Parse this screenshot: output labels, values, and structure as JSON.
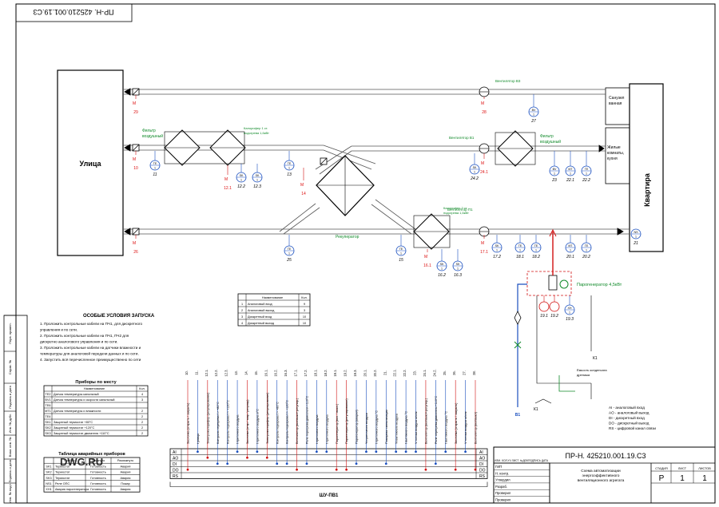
{
  "colors": {
    "line": "#000000",
    "instr": "#1a4fbf",
    "alarm": "#d11111",
    "green": "#118a2a",
    "duct": "#555555"
  },
  "left_strip": {
    "title_code": "ПР-Н. 425210.001.19.С3",
    "cells": [
      "Перв. примен.",
      "Справ. №",
      "Подпись и дата",
      "Инв. № дубл.",
      "Взам. инв. №",
      "Подпись и дата",
      "Инв. № подл."
    ]
  },
  "nodes": {
    "street": "Улица",
    "apartment": "Квартира",
    "bathroom": "Санузел ванная",
    "living": "Жилые комнаты, кухня",
    "filter1": "Фильтр воздушный",
    "filter2": "Фильтр воздушный",
    "heater1": "Калорифер 1 ст. подогрева 1,6кВт",
    "heater2": "Калорифер 2 ст. подогрева 1,6кВт",
    "fan_v3": "Вентилятор В3",
    "fan_v1": "Вентилятор В1",
    "fan_p1": "Вентилятор П1",
    "recuperator": "Рекуператор",
    "steam_gen": "Парогенератор 4,5кВт",
    "drain": "Ёмкость конденсата дренажа",
    "b1": "В1",
    "k1a": "К1",
    "k1b": "К1"
  },
  "instruments": [
    {
      "id": "i29",
      "top": "UM",
      "num": "29",
      "color": "red"
    },
    {
      "id": "i28",
      "top": "UM",
      "num": "28",
      "color": "red"
    },
    {
      "id": "i27",
      "top": "BV",
      "num": "27",
      "color": "blue"
    },
    {
      "id": "i10",
      "top": "UM",
      "num": "10",
      "color": "red"
    },
    {
      "id": "i11",
      "top": "TE",
      "num": "11",
      "color": "blue"
    },
    {
      "id": "i121",
      "top": "UM",
      "num": "12.1",
      "color": "red"
    },
    {
      "id": "i122",
      "top": "SK",
      "num": "12.2",
      "color": "blue"
    },
    {
      "id": "i123",
      "top": "SK",
      "num": "12.3",
      "color": "blue"
    },
    {
      "id": "i13",
      "top": "TE",
      "num": "13",
      "color": "blue"
    },
    {
      "id": "i14",
      "top": "UM",
      "num": "14",
      "color": "red"
    },
    {
      "id": "i242",
      "top": "SK",
      "num": "24.2",
      "color": "blue"
    },
    {
      "id": "i241",
      "top": "UM",
      "num": "24.1",
      "color": "red"
    },
    {
      "id": "i23",
      "top": "BV",
      "num": "23",
      "color": "blue"
    },
    {
      "id": "i221",
      "top": "MT",
      "num": "22.1",
      "color": "blue"
    },
    {
      "id": "i222",
      "top": "TE",
      "num": "22.2",
      "color": "blue"
    },
    {
      "id": "i26",
      "top": "UM",
      "num": "26",
      "color": "red"
    },
    {
      "id": "i25",
      "top": "TE",
      "num": "25",
      "color": "blue"
    },
    {
      "id": "i15",
      "top": "TE",
      "num": "15",
      "color": "blue"
    },
    {
      "id": "i161",
      "top": "UM",
      "num": "16.1",
      "color": "red"
    },
    {
      "id": "i162",
      "top": "SK",
      "num": "16.2",
      "color": "blue"
    },
    {
      "id": "i163",
      "top": "SK",
      "num": "16.3",
      "color": "blue"
    },
    {
      "id": "i171",
      "top": "UM",
      "num": "17.1",
      "color": "red"
    },
    {
      "id": "i172",
      "top": "SK",
      "num": "17.2",
      "color": "blue"
    },
    {
      "id": "i181",
      "top": "TE",
      "num": "18.1",
      "color": "blue"
    },
    {
      "id": "i182",
      "top": "TE",
      "num": "18.2",
      "color": "blue"
    },
    {
      "id": "i201",
      "top": "MT",
      "num": "20.1",
      "color": "blue"
    },
    {
      "id": "i202",
      "top": "TE",
      "num": "20.2",
      "color": "blue"
    },
    {
      "id": "i21",
      "top": "NS",
      "num": "21",
      "color": "blue"
    },
    {
      "id": "i191",
      "top": "",
      "num": "19.1",
      "color": "red"
    },
    {
      "id": "i192",
      "top": "",
      "num": "19.2",
      "color": "red"
    },
    {
      "id": "i193",
      "top": "XH",
      "num": "19.3",
      "color": "blue"
    }
  ],
  "conditions": {
    "title": "ОСОБЫЕ УСЛОВИЯ ЗАПУСКА",
    "items": [
      "1.   Проложить контрольные кабели на ПЧ1, для дискретного",
      "      управления и по сети.",
      "2.   Проложить контрольные кабели на ПЧ1, ПЧ2 для",
      "      дискретно аналогового управления и по сети.",
      "3.   Проложить контрольные кабели на датчики влажности и",
      "      температуры для аналоговой передачи данных и по сети.",
      "4.   Запустить всё перечисленное преимущественно по сети"
    ]
  },
  "signal_table": {
    "headers": [
      "",
      "Наименование",
      "Кол."
    ],
    "rows": [
      [
        "1",
        "Аналоговый вход",
        "9"
      ],
      [
        "2",
        "Аналоговый выход",
        "3"
      ],
      [
        "3",
        "Дискретный вход",
        "10"
      ],
      [
        "4",
        "Дискретный выход",
        "10"
      ]
    ]
  },
  "local_table": {
    "title": "Приборы по месту",
    "headers": [
      "",
      "Наименование",
      "Кол."
    ],
    "rows": [
      [
        "TE2",
        "Датчик температуры канальный",
        "4"
      ],
      [
        "BV1",
        "Датчик температуры и скорости канальный",
        "3"
      ],
      [
        "TE6",
        "",
        ""
      ],
      [
        "MT1",
        "Датчик температуры и влажности",
        "2"
      ],
      [
        "TE4",
        "",
        "2"
      ],
      [
        "SK1",
        "Защитный термостат +80°С",
        "2"
      ],
      [
        "SK2",
        "Защитный термостат +120°С",
        "2"
      ],
      [
        "SK3",
        "Защитный термостат двигателя +110°С",
        "2"
      ]
    ]
  },
  "alarm_table": {
    "title": "Таблица аварийных приборов",
    "headers": [
      "",
      "Прибор",
      "Замкнуто",
      "Разомкнуто"
    ],
    "rows": [
      [
        "SK1",
        "Термостат",
        "Готовность",
        "Авария"
      ],
      [
        "SK2",
        "Термостат",
        "Готовность",
        "Авария"
      ],
      [
        "SK3",
        "Термостат",
        "Готовность",
        "Авария"
      ],
      [
        "NS1",
        "Реле ОПС",
        "Готовность",
        "Пожар"
      ],
      [
        "XH1",
        "Авария парогенератора",
        "Готовность",
        "Авария"
      ]
    ]
  },
  "bus": {
    "rows": [
      "AI",
      "AO",
      "DI",
      "DO",
      "RS"
    ],
    "cabinet": "ШУ-ПВ1",
    "signals": [
      {
        "num": "10.",
        "text": "Заслонка (открыть / закрыть)",
        "color": "red",
        "row": 3
      },
      {
        "num": "11.",
        "text": "t улицы",
        "color": "blue",
        "row": 0
      },
      {
        "num": "12.1.",
        "text": "Электрокалорифер (регулирование)",
        "color": "red",
        "row": 1
      },
      {
        "num": "12.2.",
        "text": "Контроль перегрева t > +80°С",
        "color": "blue",
        "row": 2
      },
      {
        "num": "12.3.",
        "text": "Контроль перегрева t > +120°С",
        "color": "blue",
        "row": 2
      },
      {
        "num": "13.",
        "text": "t приточного воздуха",
        "color": "blue",
        "row": 0
      },
      {
        "num": "14.",
        "text": "Заслонка (откр / закр / регулир)",
        "color": "red",
        "row": 1
      },
      {
        "num": "15.",
        "text": "t приточного воздуха в°С",
        "color": "blue",
        "row": 0
      },
      {
        "num": "16.1.",
        "text": "Электрокалорифер (регулирование)",
        "color": "red",
        "row": 1
      },
      {
        "num": "16.2.",
        "text": "Контроль перегрева t > +80°С",
        "color": "blue",
        "row": 2
      },
      {
        "num": "16.3.",
        "text": "Контроль перегрева t > +120°С",
        "color": "blue",
        "row": 2
      },
      {
        "num": "17.1.",
        "text": "Вентилятор (вкл/выкл+регулир.)",
        "color": "red",
        "row": 3
      },
      {
        "num": "17.2.",
        "text": "Реле перегрева двигателя +110°С",
        "color": "blue",
        "row": 2
      },
      {
        "num": "18.1.",
        "text": "t приточного воздуха",
        "color": "blue",
        "row": 0
      },
      {
        "num": "18.2.",
        "text": "t приточного воздуха",
        "color": "blue",
        "row": 0
      },
      {
        "num": "19.1.",
        "text": "Парогенератор (вкл. / выкл.)",
        "color": "red",
        "row": 3
      },
      {
        "num": "19.2.",
        "text": "Парогенератор (регулирование)",
        "color": "red",
        "row": 3
      },
      {
        "num": "19.3.",
        "text": "Парогенератор (авария)",
        "color": "blue",
        "row": 2
      },
      {
        "num": "20.1.",
        "text": "% приточного воздуха",
        "color": "blue",
        "row": 0
      },
      {
        "num": "20.2.",
        "text": "t приточного воздуха °С",
        "color": "blue",
        "row": 0
      },
      {
        "num": "21.",
        "text": "Пожарная сигнализация",
        "color": "blue",
        "row": 2
      },
      {
        "num": "22.1.",
        "text": "% вытяжного воздуха",
        "color": "blue",
        "row": 0
      },
      {
        "num": "22.2.",
        "text": "t вытяжного воздуха °С",
        "color": "blue",
        "row": 0
      },
      {
        "num": "23.",
        "text": "V потока воздуха м/сек",
        "color": "blue",
        "row": 0
      },
      {
        "num": "24.1.",
        "text": "Вентилятор (вкл/выкл+регулир.)",
        "color": "red",
        "row": 3
      },
      {
        "num": "24.2.",
        "text": "Реле перегрева двигателя +110°С",
        "color": "blue",
        "row": 2
      },
      {
        "num": "25.",
        "text": "t вытяжного воздуха °С",
        "color": "blue",
        "row": 0
      },
      {
        "num": "26.",
        "text": "Заслонка (открыть / закрыть)",
        "color": "red",
        "row": 3
      },
      {
        "num": "27.",
        "text": "V потока воздуха м/сек",
        "color": "blue",
        "row": 0
      },
      {
        "num": "28.",
        "text": "Вентилятор (вкл/выкл)",
        "color": "red",
        "row": 3
      }
    ]
  },
  "legend": [
    "AI - аналоговый вход",
    "AO - аналоговый выход",
    "DI - дискретный вход",
    "DO - дискретный выход",
    "RS - цифровой канал связи"
  ],
  "title_block": {
    "code": "ПР-Н. 425210.001.19.С3",
    "name": [
      "Схема автоматизации",
      "энергоэффективного",
      "вентиляционного агрегата"
    ],
    "stage_h": "СТАДИЯ",
    "sheet_h": "ЛИСТ",
    "sheets_h": "ЛИСТОВ",
    "stage": "Р",
    "sheet": "1",
    "sheets": "1",
    "rev_headers": [
      "ИЗМ.",
      "КОЛ.УЧ",
      "ЛИСТ",
      "№ДОК",
      "ПОДПИСЬ",
      "ДАТА"
    ],
    "roles": [
      "ГИП",
      "Н. контр.",
      "Утвердил",
      "Разраб.",
      "Проверил",
      "Проверил"
    ]
  },
  "watermark": "DWG.RU"
}
